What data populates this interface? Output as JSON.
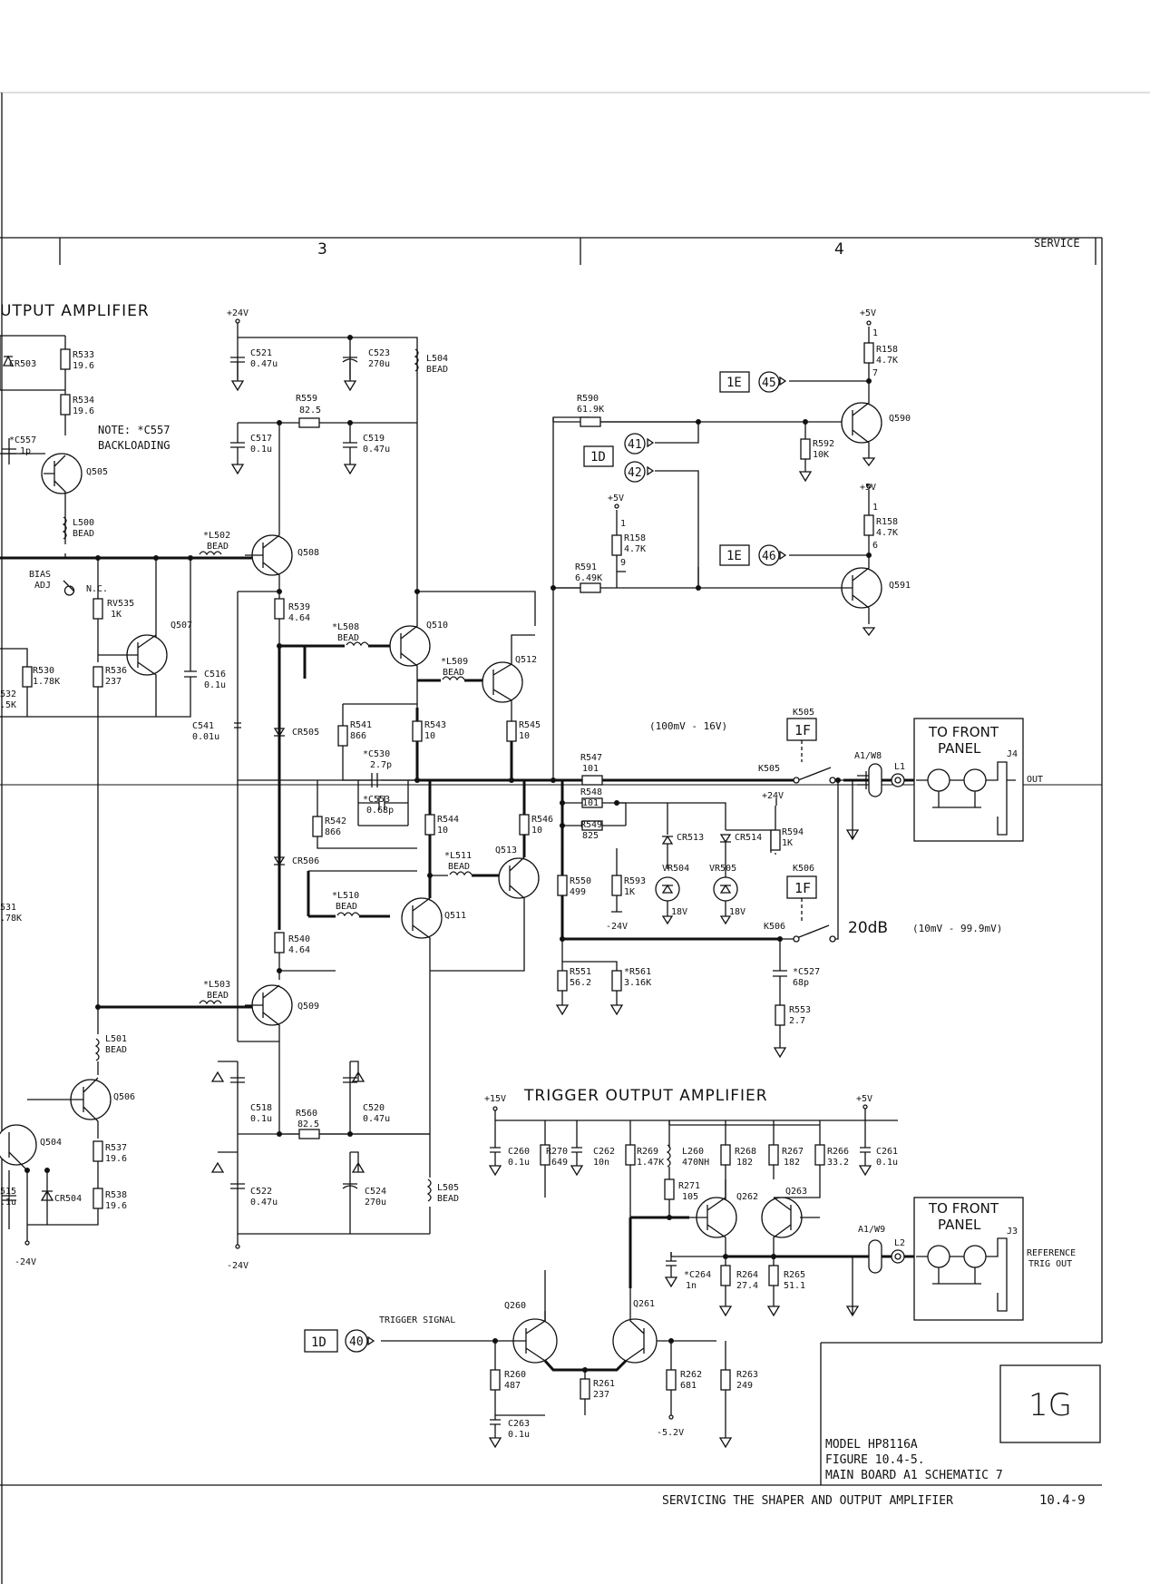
{
  "header": {
    "zone_3": "3",
    "zone_4": "4",
    "service": "SERVICE"
  },
  "titles": {
    "output_amp": "UTPUT AMPLIFIER",
    "trigger_amp": "TRIGGER OUTPUT AMPLIFIER",
    "note": "NOTE: *C557",
    "note2": "BACKLOADING",
    "range_100mv": "(100mV - 16V)",
    "att_20db": "20dB",
    "att_range": "(10mV - 99.9mV)",
    "trigger_signal": "TRIGGER SIGNAL"
  },
  "power": {
    "p24": "+24V",
    "n24": "-24V",
    "p5": "+5V",
    "p15": "+15V",
    "n52": "-5.2V"
  },
  "components": {
    "cr503": "CR503",
    "r533": "R533",
    "r533v": "19.6",
    "r534": "R534",
    "r534v": "19.6",
    "c557": "*C557",
    "c557v": "1p",
    "q505": "Q505",
    "l500": "L500",
    "l500v": "BEAD",
    "bias": "BIAS",
    "adj": "ADJ",
    "nc": "N.C.",
    "rv535": "RV535",
    "rv535v": "1K",
    "q507": "Q507",
    "r530": "R530",
    "r530v": "1.78K",
    "r532v": "532",
    "r532vv": ".5K",
    "r536": "R536",
    "r536v": "237",
    "c516": "C516",
    "c516v": "0.1u",
    "c541": "C541",
    "c541v": "0.01u",
    "c521": "C521",
    "c521v": "0.47u",
    "c523": "C523",
    "c523v": "270u",
    "l504": "L504",
    "l504v": "BEAD",
    "r559": "R559",
    "r559v": "82.5",
    "c517": "C517",
    "c517v": "0.1u",
    "c519": "C519",
    "c519v": "0.47u",
    "l502": "*L502",
    "l502v": "BEAD",
    "q508": "Q508",
    "r539": "R539",
    "r539v": "4.64",
    "l508": "*L508",
    "l508v": "BEAD",
    "q510": "Q510",
    "l509": "*L509",
    "l509v": "BEAD",
    "q512": "Q512",
    "cr505": "CR505",
    "r541": "R541",
    "r541v": "866",
    "r543": "R543",
    "r543v": "10",
    "r545": "R545",
    "r545v": "10",
    "c530": "*C530",
    "c530v": "2.7p",
    "c553": "*C553",
    "c553v": "0.68p",
    "r542": "R542",
    "r542v": "866",
    "r544": "R544",
    "r544v": "10",
    "r546": "R546",
    "r546v": "10",
    "l511": "*L511",
    "l511v": "BEAD",
    "q513": "Q513",
    "cr506": "CR506",
    "l510": "*L510",
    "l510v": "BEAD",
    "q511": "Q511",
    "r540": "R540",
    "r540v": "4.64",
    "r531v": "531",
    "r531vv": ".78K",
    "l503": "*L503",
    "l503v": "BEAD",
    "q509": "Q509",
    "l501": "L501",
    "l501v": "BEAD",
    "q506": "Q506",
    "q504": "Q504",
    "r537": "R537",
    "r537v": "19.6",
    "r538": "R538",
    "r538v": "19.6",
    "cr504": "CR504",
    "c515v": "515",
    "c515vv": ".1u",
    "c518": "C518",
    "c518v": "0.1u",
    "r560": "R560",
    "r560v": "82.5",
    "c520": "C520",
    "c520v": "0.47u",
    "c522": "C522",
    "c522v": "0.47u",
    "c524": "C524",
    "c524v": "270u",
    "l505": "L505",
    "l505v": "BEAD",
    "r590": "R590",
    "r590v": "61.9K",
    "r592": "R592",
    "r592v": "10K",
    "q590": "Q590",
    "r158": "R158",
    "r158v": "4.7K",
    "pin1": "1",
    "pin7": "7",
    "pin9": "9",
    "pin6": "6",
    "r591": "R591",
    "r591v": "6.49K",
    "q591": "Q591",
    "r547": "R547",
    "r547v": "101",
    "r548": "R548",
    "r548v": "101",
    "r549": "R549",
    "r549v": "825",
    "r550": "R550",
    "r550v": "499",
    "cr513": "CR513",
    "cr514": "CR514",
    "r593": "R593",
    "r593v": "1K",
    "vr504": "VR504",
    "vr505": "VR505",
    "v18": "18V",
    "r594": "R594",
    "r594v": "1K",
    "k505": "K505",
    "k506": "K506",
    "r551": "R551",
    "r551v": "56.2",
    "r561": "*R561",
    "r561v": "3.16K",
    "c527": "*C527",
    "c527v": "68p",
    "r553": "R553",
    "r553v": "2.7",
    "a1w8": "A1/W8",
    "l1": "L1",
    "j4": "J4",
    "out": "OUT",
    "a1w9": "A1/W9",
    "l2": "L2",
    "j3": "J3",
    "ref": "REFERENCE",
    "trigout": "TRIG OUT",
    "c260": "C260",
    "c260v": "0.1u",
    "r270": "R270",
    "r270v": "649",
    "c262": "C262",
    "c262v": "10n",
    "r269": "R269",
    "r269v": "1.47K",
    "l260": "L260",
    "l260v": "470NH",
    "r268": "R268",
    "r268v": "182",
    "r267": "R267",
    "r267v": "182",
    "r266": "R266",
    "r266v": "33.2",
    "c261": "C261",
    "c261v": "0.1u",
    "r271": "R271",
    "r271v": "105",
    "q262": "Q262",
    "q263": "Q263",
    "c264": "*C264",
    "c264v": "1n",
    "r264": "R264",
    "r264v": "27.4",
    "r265": "R265",
    "r265v": "51.1",
    "q260": "Q260",
    "q261": "Q261",
    "r260": "R260",
    "r260v": "487",
    "r261": "R261",
    "r261v": "237",
    "r262": "R262",
    "r262v": "681",
    "r263": "R263",
    "r263v": "249",
    "c263": "C263",
    "c263v": "0.1u"
  },
  "refs": {
    "g1e": "1E",
    "n45": "45",
    "g1d": "1D",
    "n41": "41",
    "n42": "42",
    "n46": "46",
    "n40": "40",
    "g1f": "1F",
    "to_front": "TO FRONT",
    "panel": "PANEL"
  },
  "title_block": {
    "grid": "1G",
    "model": "MODEL HP8116A",
    "figure": "FIGURE 10.4-5.",
    "board": "MAIN BOARD A1 SCHEMATIC 7"
  },
  "footer": {
    "caption": "SERVICING THE SHAPER AND OUTPUT AMPLIFIER",
    "page": "10.4-9"
  }
}
